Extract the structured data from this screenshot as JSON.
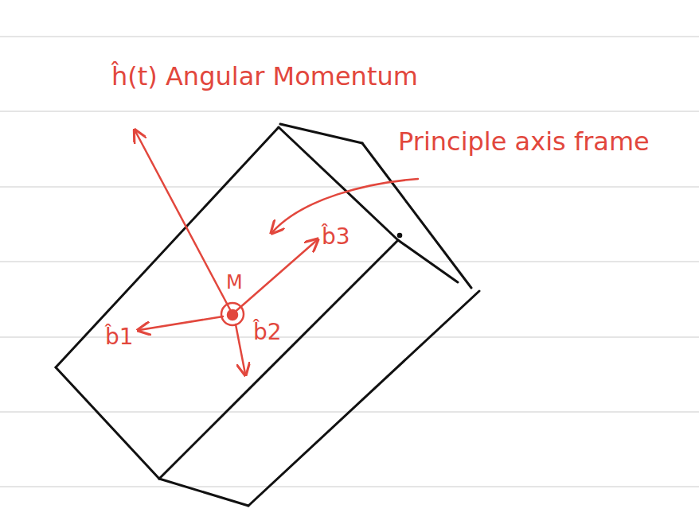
{
  "diagram": {
    "labels": [
      "ĥ(t) Angular Momentum",
      "Principle axis frame",
      "M",
      "b̂3",
      "b̂1",
      "b̂2"
    ]
  }
}
